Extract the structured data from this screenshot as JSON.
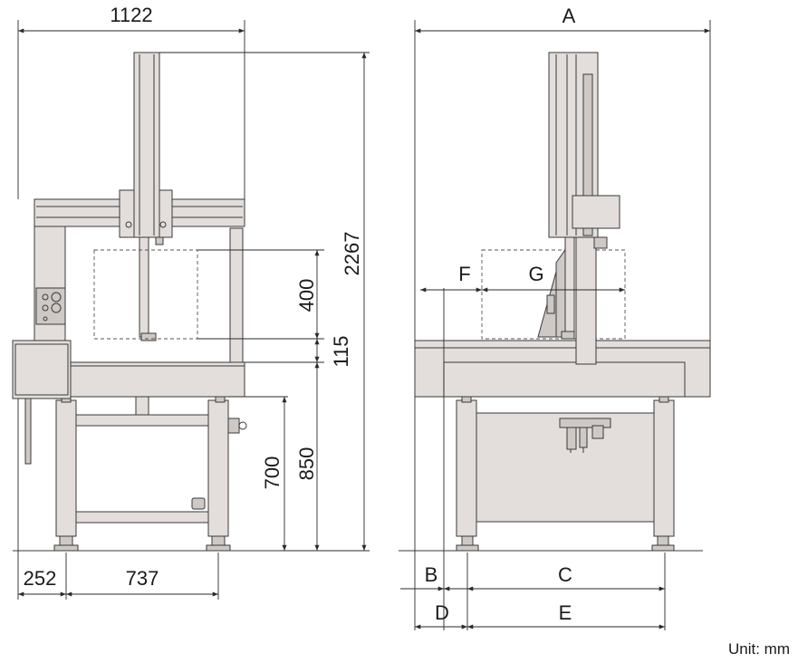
{
  "front_view": {
    "dims": {
      "width_total": "1122",
      "height_total": "2267",
      "range_z": "400",
      "clearance": "115",
      "table_height": "850",
      "frame_height": "700",
      "left_offset": "252",
      "foot_span": "737"
    }
  },
  "side_view": {
    "dims": {
      "a": "A",
      "b": "B",
      "c": "C",
      "d": "D",
      "e": "E",
      "f": "F",
      "g": "G"
    }
  },
  "unit_label": "Unit: mm",
  "colors": {
    "machine_fill": "#e3dedb",
    "machine_dark": "#cfc9c5",
    "line": "#3a3a3a"
  }
}
